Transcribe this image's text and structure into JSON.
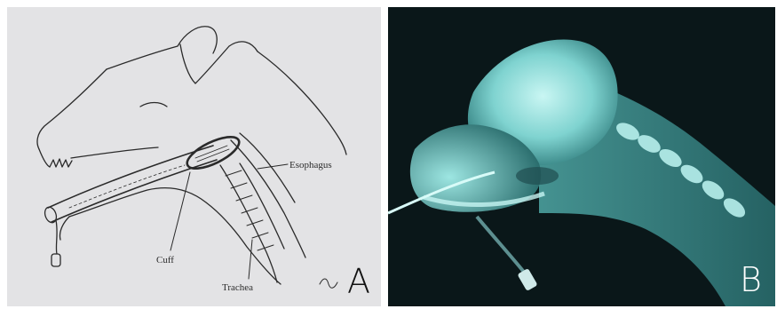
{
  "figure": {
    "panels": [
      {
        "letter": "A",
        "labels": {
          "esophagus": "Esophagus",
          "cuff": "Cuff",
          "trachea": "Trachea"
        }
      },
      {
        "letter": "B"
      }
    ]
  },
  "colors": {
    "paper": "#e3e3e5",
    "ink": "#2a2a2a",
    "xray_background": "#0a1719",
    "xray_bone": "#9fe8e6"
  }
}
